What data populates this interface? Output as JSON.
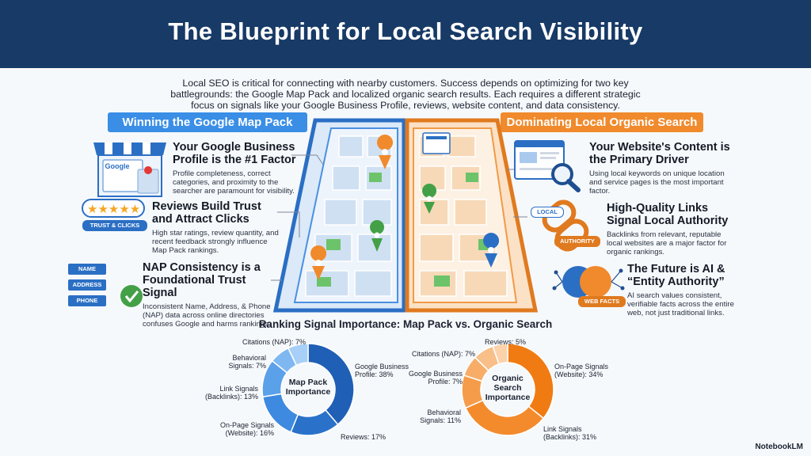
{
  "title": "The Blueprint for Local Search Visibility",
  "intro": "Local SEO is critical for connecting with nearby customers. Success depends on optimizing for two key battlegrounds: the Google Map Pack and localized organic search results. Each requires a different strategic focus on signals like your Google Business Profile, reviews, website content, and data consistency.",
  "left_pill": "Winning the Google Map Pack",
  "right_pill": "Dominating Local Organic Search",
  "left_blocks": [
    {
      "title": "Your Google Business Profile is the #1 Factor",
      "text": "Profile completeness, correct categories, and proximity to the searcher are paramount for visibility."
    },
    {
      "title": "Reviews Build Trust and Attract Clicks",
      "text": "High star ratings, review quantity, and recent feedback strongly influence Map Pack rankings."
    },
    {
      "title": "NAP Consistency is a Foundational Trust Signal",
      "text": "Inconsistent Name, Address, & Phone (NAP) data across online directories confuses Google and harms rankings."
    }
  ],
  "right_blocks": [
    {
      "title": "Your Website's Content is the Primary Driver",
      "text": "Using local keywords on unique location and service pages is the most important factor."
    },
    {
      "title": "High-Quality Links Signal Local Authority",
      "text": "Backlinks from relevant, reputable local websites are a major factor for organic rankings."
    },
    {
      "title": "The Future is AI & “Entity Authority”",
      "text": "AI search values consistent, verifiable facts across the entire web, not just traditional links."
    }
  ],
  "icon_tags": {
    "google": "Google",
    "trust": "TRUST & CLICKS",
    "name": "NAME",
    "address": "ADDRESS",
    "phone": "PHONE",
    "local": "LOCAL",
    "authority": "AUTHORITY",
    "web_facts": "WEB FACTS"
  },
  "chart_title": "Ranking Signal Importance: Map Pack vs. Organic Search",
  "brand": "NotebookLM",
  "colors": {
    "header": "#173a66",
    "blue": "#3a8ee6",
    "orange": "#f08a2c"
  },
  "chart_data": [
    {
      "type": "pie",
      "center_label": "Map Pack Importance",
      "slices": [
        {
          "label": "Google Business Profile",
          "value": 38,
          "color": "#1f5fb5"
        },
        {
          "label": "Reviews",
          "value": 17,
          "color": "#2a72c9"
        },
        {
          "label": "On-Page Signals (Website)",
          "value": 16,
          "color": "#3d8ae0"
        },
        {
          "label": "Link Signals (Backlinks)",
          "value": 13,
          "color": "#5aa1ea"
        },
        {
          "label": "Behavioral Signals",
          "value": 7,
          "color": "#7fb8f1"
        },
        {
          "label": "Citations (NAP)",
          "value": 7,
          "color": "#a7cff7"
        }
      ],
      "labels_text": [
        "Google Business Profile: 38%",
        "Reviews: 17%",
        "On-Page Signals (Website): 16%",
        "Link Signals (Backlinks): 13%",
        "Behavioral Signals: 7%",
        "Citations (NAP): 7%"
      ]
    },
    {
      "type": "pie",
      "center_label": "Organic Search Importance",
      "slices": [
        {
          "label": "On-Page Signals (Website)",
          "value": 34,
          "color": "#f07b12"
        },
        {
          "label": "Link Signals (Backlinks)",
          "value": 31,
          "color": "#f38b2d"
        },
        {
          "label": "Behavioral Signals",
          "value": 11,
          "color": "#f59c4a"
        },
        {
          "label": "Google Business Profile",
          "value": 7,
          "color": "#f7ad68"
        },
        {
          "label": "Citations (NAP)",
          "value": 7,
          "color": "#f9bf88"
        },
        {
          "label": "Reviews",
          "value": 5,
          "color": "#fbd2aa"
        }
      ],
      "labels_text": [
        "On-Page Signals (Website): 34%",
        "Link Signals (Backlinks): 31%",
        "Behavioral Signals: 11%",
        "Google Business Profile: 7%",
        "Citations (NAP): 7%",
        "Reviews: 5%"
      ]
    }
  ]
}
